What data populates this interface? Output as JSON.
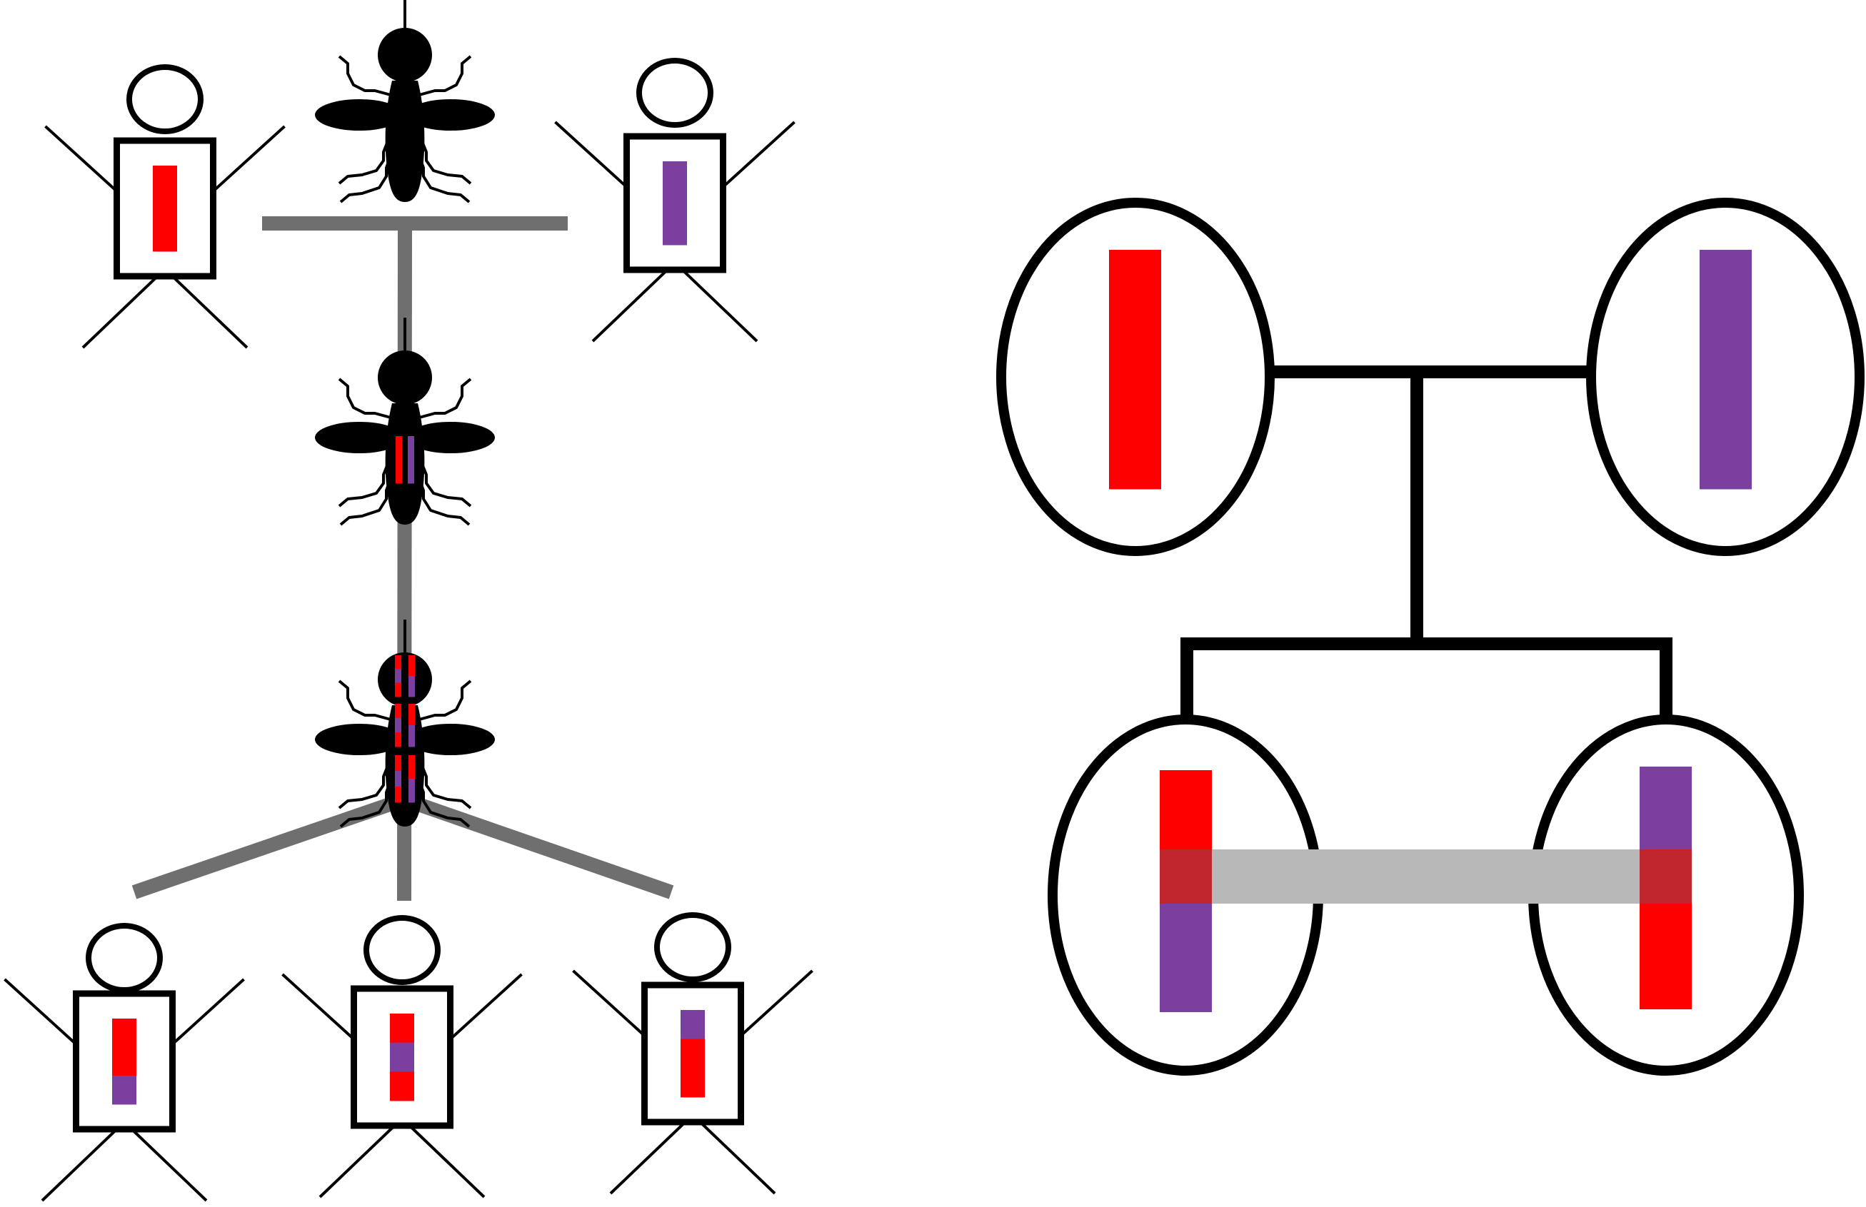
{
  "colors": {
    "parent_a": "#ff0000",
    "parent_b": "#7a3f9f",
    "overlap": "#c0272d",
    "outline": "#000000",
    "connector": "#6f6f6f",
    "shared_segment_band": "#b8b8b8",
    "background": "#ffffff"
  },
  "left_panel": {
    "parents": [
      {
        "chromosome": [
          "parent_a"
        ]
      },
      {
        "chromosome": [
          "parent_b"
        ]
      }
    ],
    "mosquitoes": [
      {
        "cargo": "none"
      },
      {
        "cargo": "both_parent_chromosomes"
      },
      {
        "cargo": "recombined_chromosomes"
      }
    ],
    "offspring": [
      {
        "chromosome": [
          "parent_a",
          "parent_a",
          "parent_b"
        ]
      },
      {
        "chromosome": [
          "parent_a",
          "parent_b",
          "parent_a"
        ]
      },
      {
        "chromosome": [
          "parent_b",
          "parent_a",
          "parent_a"
        ]
      }
    ]
  },
  "right_panel": {
    "parents": [
      {
        "chromosome": [
          "parent_a"
        ]
      },
      {
        "chromosome": [
          "parent_b"
        ]
      }
    ],
    "children": [
      {
        "chromosome": [
          "parent_a",
          "overlap",
          "parent_b"
        ]
      },
      {
        "chromosome": [
          "parent_b",
          "overlap",
          "parent_a"
        ]
      }
    ],
    "shared_segment_highlight": true
  }
}
